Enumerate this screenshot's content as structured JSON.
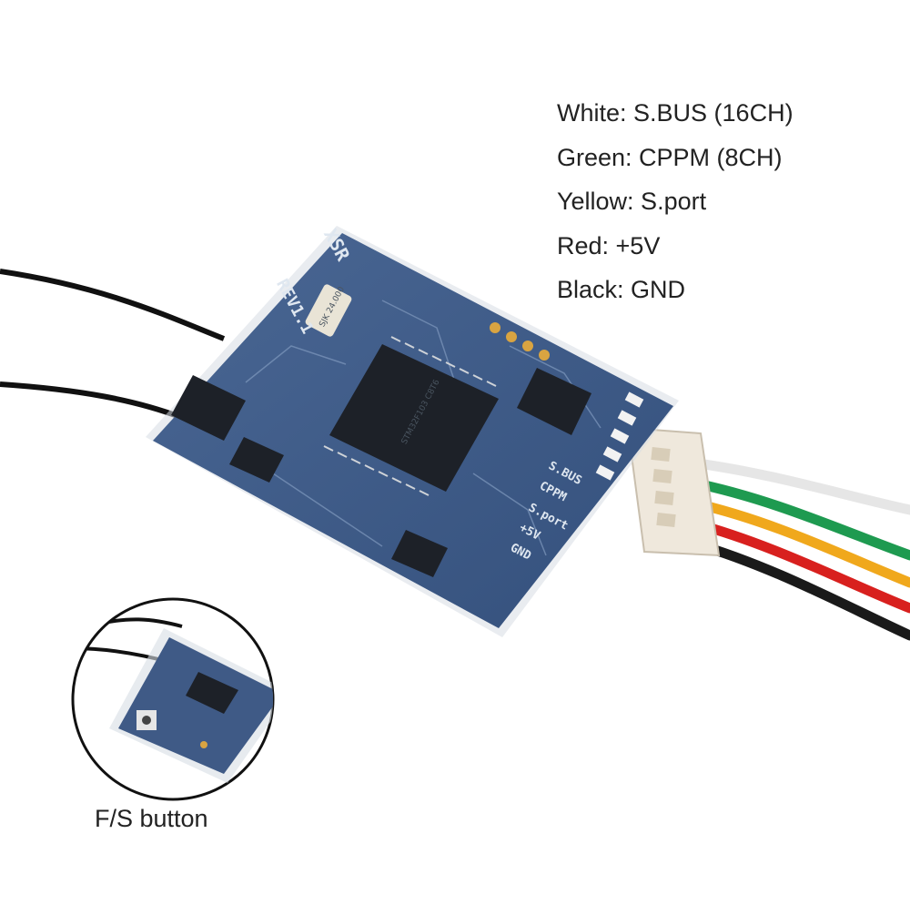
{
  "legend": {
    "lines": [
      "White: S.BUS (16CH)",
      "Green: CPPM (8CH)",
      "Yellow: S.port",
      "Red: +5V",
      "Black: GND"
    ]
  },
  "board": {
    "model_text": "XSR",
    "rev_text": "REV1.1",
    "crystal_text": "SJK 24.000",
    "chip_text": "STM32F103 C8T6",
    "pin_labels": [
      "S.BUS",
      "CPPM",
      "S.port",
      "+5V",
      "GND"
    ]
  },
  "inset": {
    "caption": "F/S button"
  },
  "colors": {
    "pcb": "#3f5a86",
    "wire_white": "#e6e6e6",
    "wire_green": "#1e9a50",
    "wire_yellow": "#f0a81c",
    "wire_red": "#d8201e",
    "wire_black": "#1a1a1a",
    "antenna": "#111111"
  }
}
